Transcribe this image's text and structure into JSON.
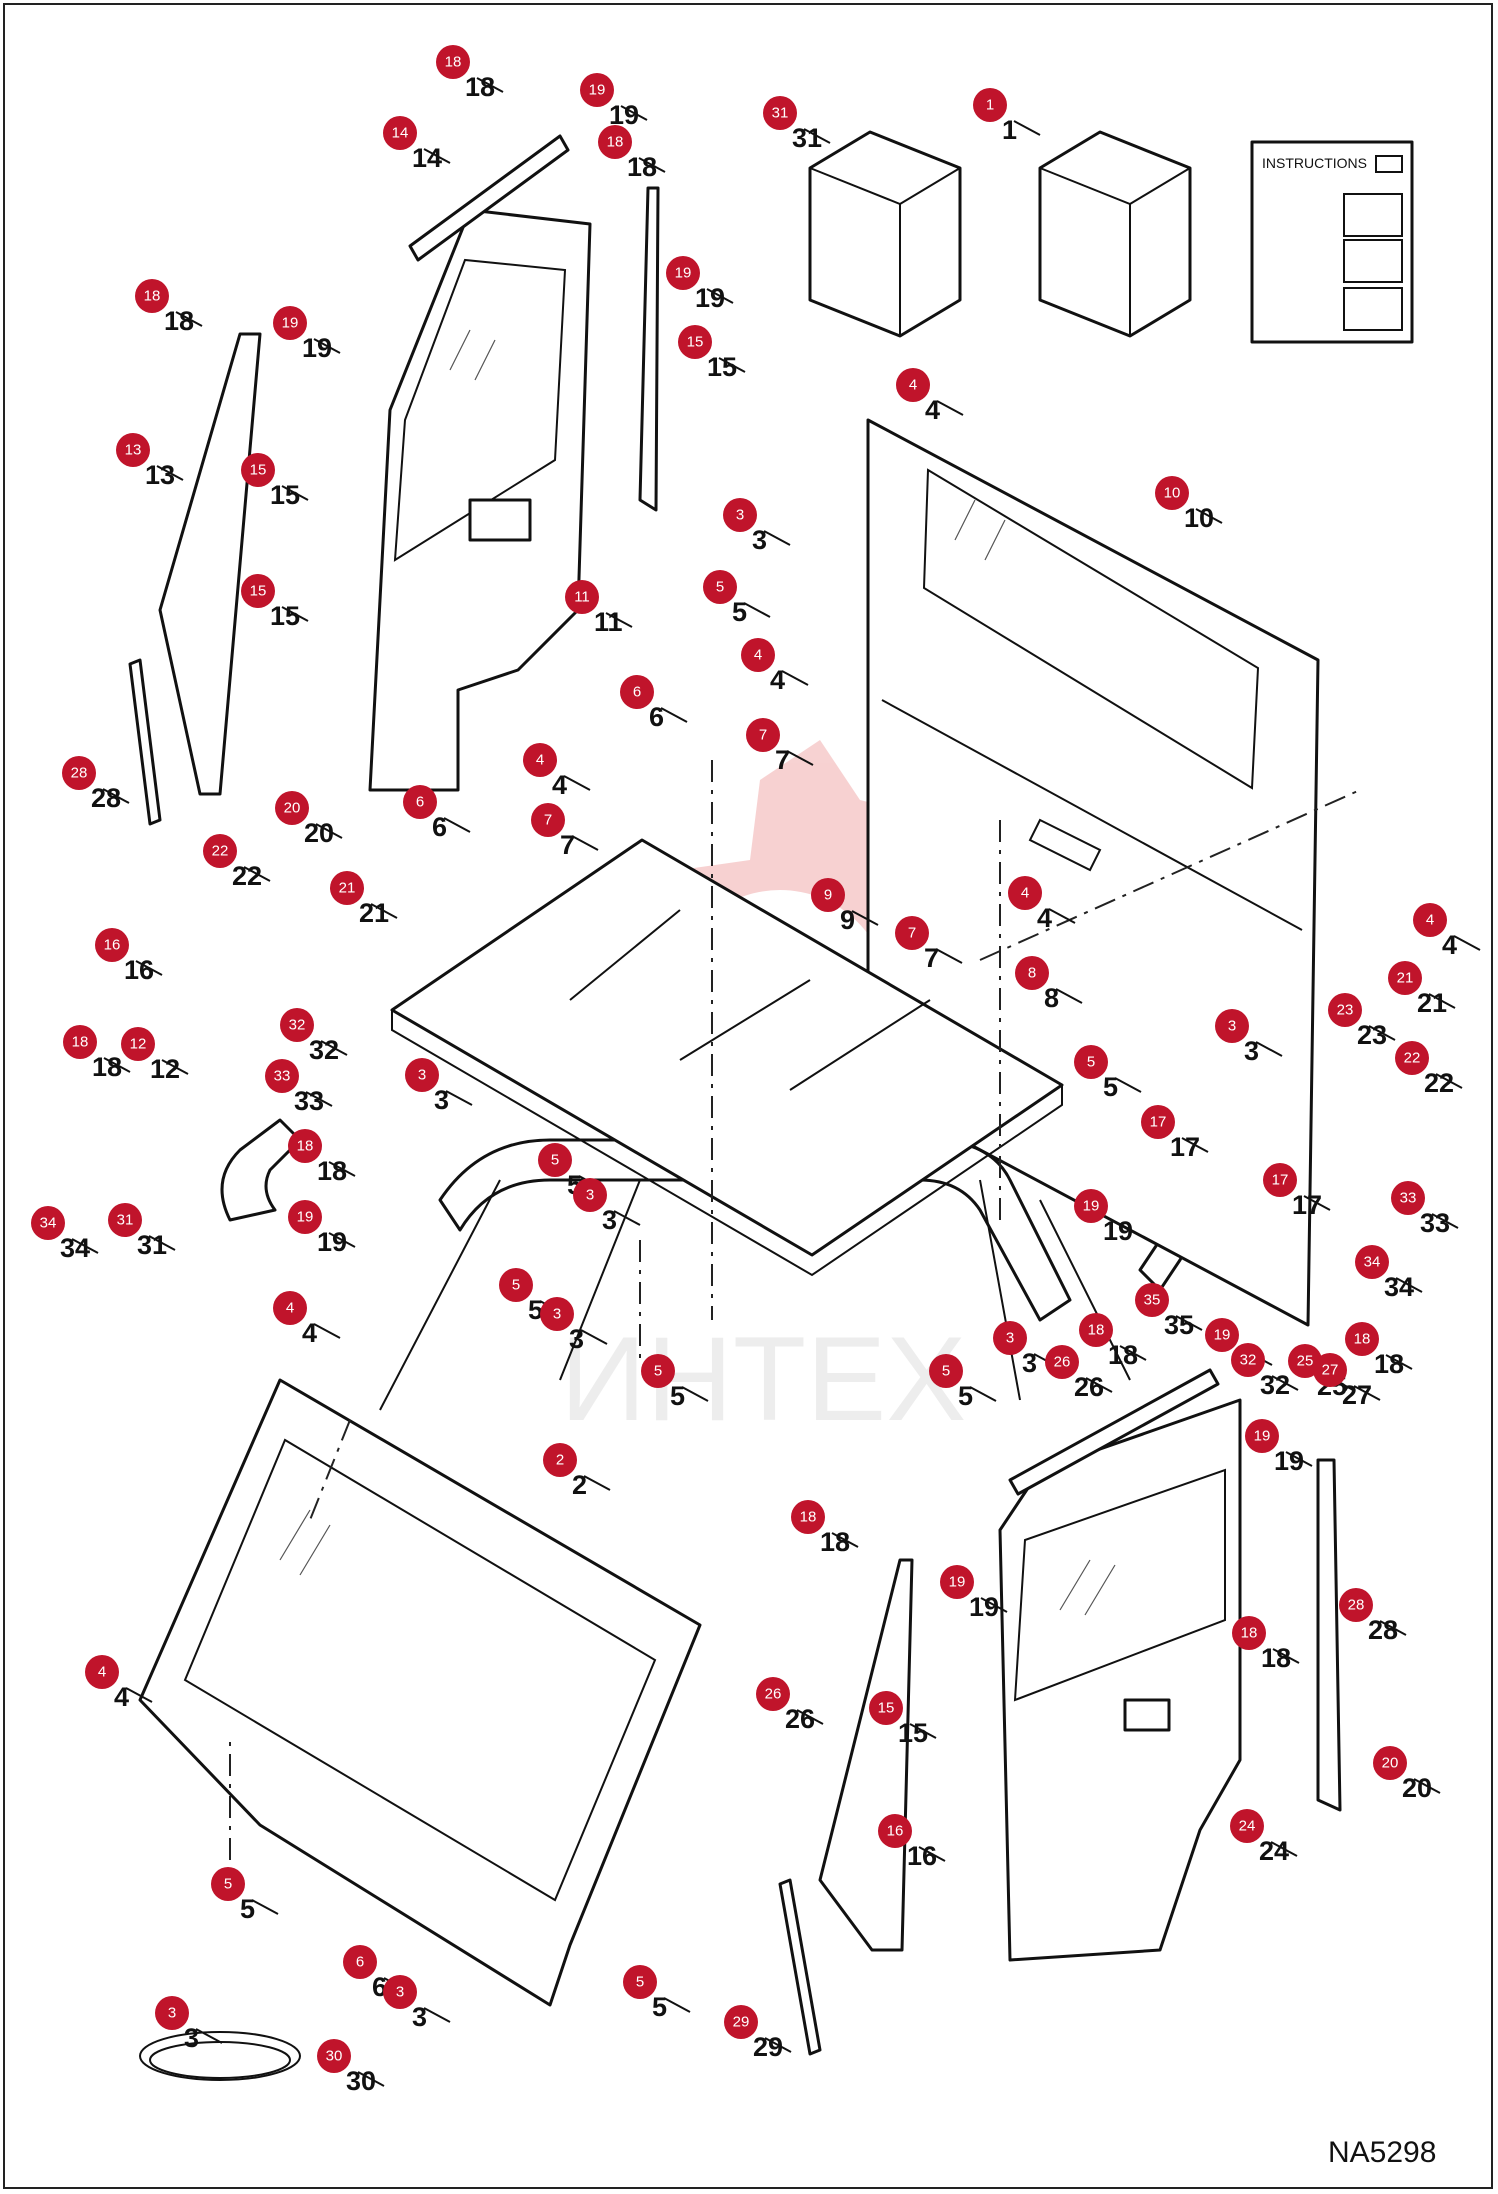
{
  "diagram": {
    "figure_id": "NA5298",
    "instructions_label": "INSTRUCTIONS",
    "watermark_text": "ИНТЕХ",
    "accent_color": "#c0142b",
    "callouts": [
      {
        "n": "1"
      },
      {
        "n": "2"
      },
      {
        "n": "3"
      },
      {
        "n": "3"
      },
      {
        "n": "3"
      },
      {
        "n": "3"
      },
      {
        "n": "3"
      },
      {
        "n": "3"
      },
      {
        "n": "3"
      },
      {
        "n": "3"
      },
      {
        "n": "4"
      },
      {
        "n": "4"
      },
      {
        "n": "4"
      },
      {
        "n": "4"
      },
      {
        "n": "4"
      },
      {
        "n": "4"
      },
      {
        "n": "4"
      },
      {
        "n": "5"
      },
      {
        "n": "5"
      },
      {
        "n": "5"
      },
      {
        "n": "5"
      },
      {
        "n": "5"
      },
      {
        "n": "5"
      },
      {
        "n": "5"
      },
      {
        "n": "5"
      },
      {
        "n": "6"
      },
      {
        "n": "6"
      },
      {
        "n": "6"
      },
      {
        "n": "7"
      },
      {
        "n": "7"
      },
      {
        "n": "7"
      },
      {
        "n": "8"
      },
      {
        "n": "9"
      },
      {
        "n": "10"
      },
      {
        "n": "11"
      },
      {
        "n": "12"
      },
      {
        "n": "13"
      },
      {
        "n": "14"
      },
      {
        "n": "15"
      },
      {
        "n": "15"
      },
      {
        "n": "15"
      },
      {
        "n": "15"
      },
      {
        "n": "16"
      },
      {
        "n": "16"
      },
      {
        "n": "17"
      },
      {
        "n": "17"
      },
      {
        "n": "18"
      },
      {
        "n": "18"
      },
      {
        "n": "18"
      },
      {
        "n": "18"
      },
      {
        "n": "18"
      },
      {
        "n": "18"
      },
      {
        "n": "18"
      },
      {
        "n": "18"
      },
      {
        "n": "18"
      },
      {
        "n": "19"
      },
      {
        "n": "19"
      },
      {
        "n": "19"
      },
      {
        "n": "19"
      },
      {
        "n": "19"
      },
      {
        "n": "19"
      },
      {
        "n": "19"
      },
      {
        "n": "19"
      },
      {
        "n": "20"
      },
      {
        "n": "20"
      },
      {
        "n": "21"
      },
      {
        "n": "21"
      },
      {
        "n": "22"
      },
      {
        "n": "22"
      },
      {
        "n": "23"
      },
      {
        "n": "24"
      },
      {
        "n": "25"
      },
      {
        "n": "26"
      },
      {
        "n": "26"
      },
      {
        "n": "27"
      },
      {
        "n": "28"
      },
      {
        "n": "28"
      },
      {
        "n": "29"
      },
      {
        "n": "30"
      },
      {
        "n": "31"
      },
      {
        "n": "31"
      },
      {
        "n": "32"
      },
      {
        "n": "32"
      },
      {
        "n": "33"
      },
      {
        "n": "33"
      },
      {
        "n": "34"
      },
      {
        "n": "34"
      },
      {
        "n": "35"
      }
    ]
  }
}
